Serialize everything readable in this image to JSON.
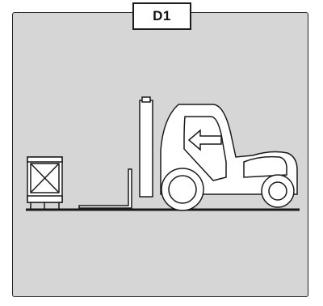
{
  "diagram": {
    "label": "D1",
    "colors": {
      "background": "#d6d6d6",
      "stroke": "#1a1a1a",
      "fill": "#ffffff"
    },
    "objects": [
      {
        "name": "crate",
        "icon": "crate-icon"
      },
      {
        "name": "forklift",
        "icon": "forklift-icon",
        "direction": "left"
      }
    ]
  }
}
